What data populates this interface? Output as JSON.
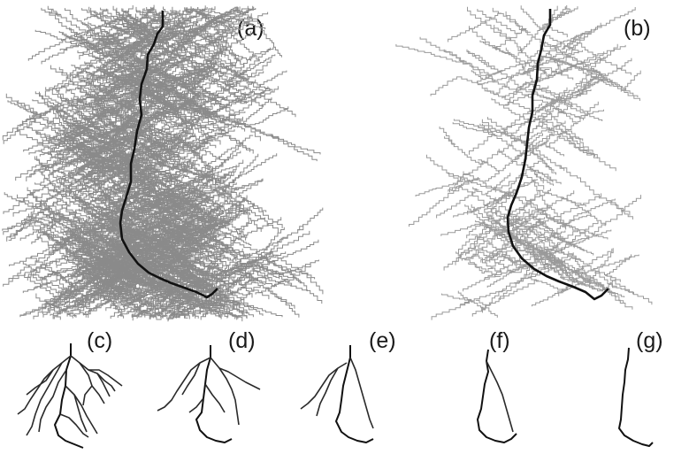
{
  "figure": {
    "panels": [
      {
        "id": "a",
        "label": "(a)",
        "level": "full drainage network, dense tributaries"
      },
      {
        "id": "b",
        "label": "(b)",
        "level": "pruned drainage network"
      },
      {
        "id": "c",
        "label": "(c)",
        "level": "simplified network, many branches"
      },
      {
        "id": "d",
        "label": "(d)",
        "level": "simplified network, fewer branches"
      },
      {
        "id": "e",
        "label": "(e)",
        "level": "simplified network, few branches"
      },
      {
        "id": "f",
        "label": "(f)",
        "level": "main channel with one tributary"
      },
      {
        "id": "g",
        "label": "(g)",
        "level": "main channel only"
      }
    ],
    "colors": {
      "main_channel": "#111111",
      "tributary_dense": "#8a8a8a",
      "tributary_light": "#9a9a9a",
      "small_panel_stroke": "#2a2a2a",
      "background": "#ffffff"
    }
  }
}
